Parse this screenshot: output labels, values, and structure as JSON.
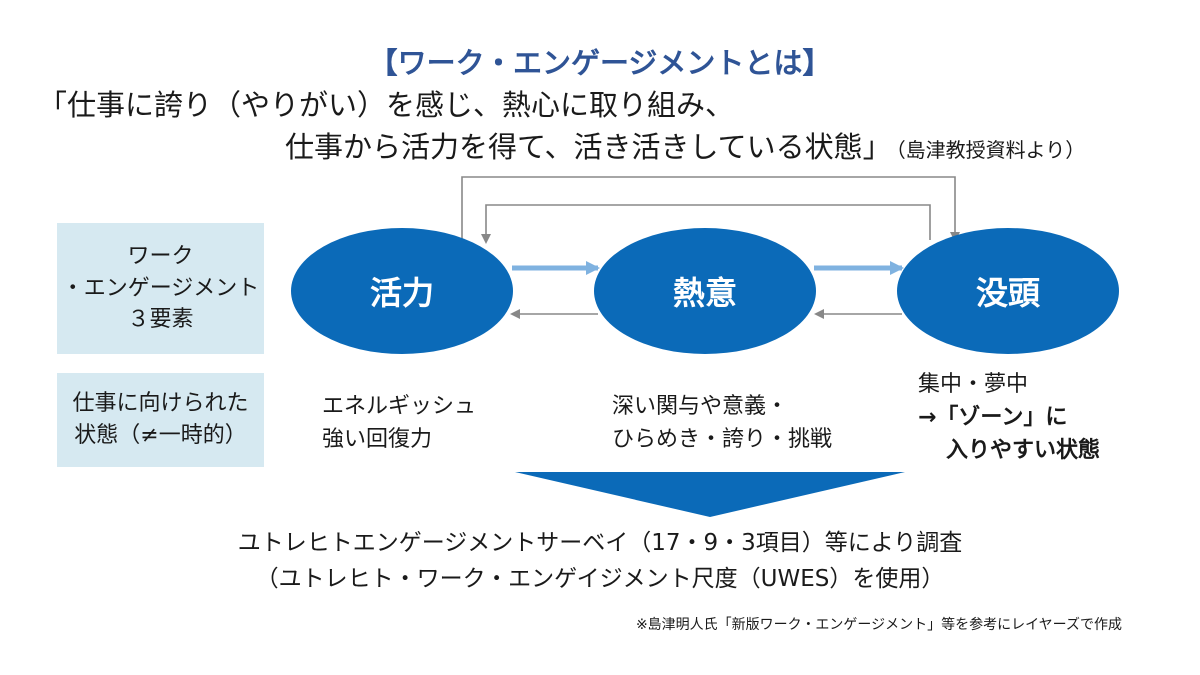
{
  "title": "【ワーク・エンゲージメントとは】",
  "definition": {
    "line1": "「仕事に誇り（やりがい）を感じ、熱心に取り組み、",
    "line2": "仕事から活力を得て、活き活きしている状態」",
    "source": "（島津教授資料より）"
  },
  "side_labels": {
    "elements": [
      "ワーク",
      "・エンゲージメント",
      "３要素"
    ],
    "state": [
      "仕事に向けられた",
      "状態（≠一時的）"
    ]
  },
  "nodes": [
    {
      "label": "活力",
      "description": [
        "エネルギッシュ",
        "強い回復力"
      ]
    },
    {
      "label": "熱意",
      "description": [
        "深い関与や意義・",
        "ひらめき・誇り・挑戦"
      ]
    },
    {
      "label": "没頭",
      "description": [
        "集中・夢中",
        "→「ゾーン」に",
        "入りやすい状態"
      ]
    }
  ],
  "survey": {
    "line1": "ユトレヒトエンゲージメントサーベイ（17・9・3項目）等により調査",
    "line2": "（ユトレヒト・ワーク・エンゲイジメント尺度（UWES）を使用）"
  },
  "note": "※島津明人氏「新版ワーク・エンゲージメント」等を参考にレイヤーズで作成",
  "colors": {
    "title": "#2f5496",
    "ellipse": "#0b6ab8",
    "label_box": "#d6e9f1",
    "arrow_forward": "#7fb2e0",
    "arrow_connector": "#888888",
    "big_arrow": "#0b6ab8"
  }
}
